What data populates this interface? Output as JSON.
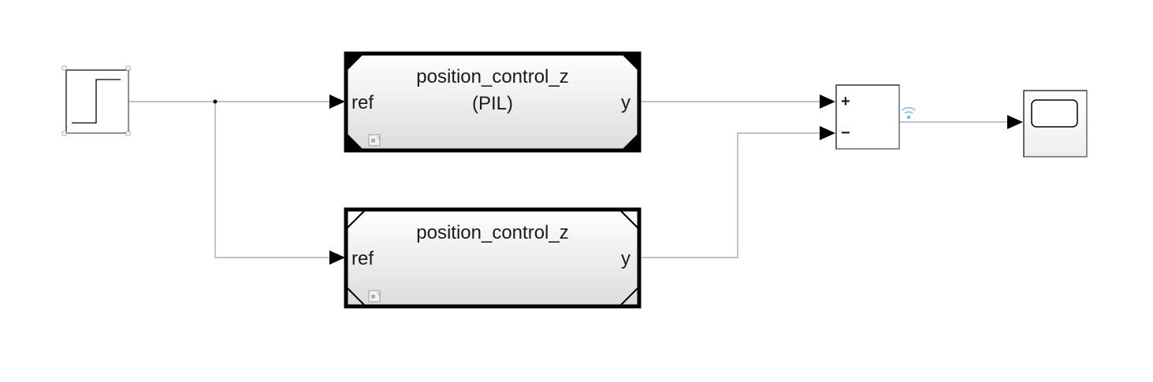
{
  "diagram": {
    "step_block": {
      "icon": "step-icon"
    },
    "pil_block": {
      "name": "position_control_z",
      "subtitle": "(PIL)",
      "input_port": "ref",
      "output_port": "y",
      "badge_icon": "model-reference-icon"
    },
    "ref_block": {
      "name": "position_control_z",
      "input_port": "ref",
      "output_port": "y",
      "badge_icon": "model-reference-icon"
    },
    "sum_block": {
      "input_signs": [
        "+",
        "−"
      ]
    },
    "scope_block": {
      "icon": "scope-screen-icon"
    },
    "signal_icon": "signal-logging-icon",
    "colors": {
      "line": "#8a8a8a",
      "block_border": "#000000",
      "block_fill_top": "#ffffff",
      "block_fill_bottom": "#dcdcdc",
      "logging_icon": "#7fb3df"
    }
  }
}
